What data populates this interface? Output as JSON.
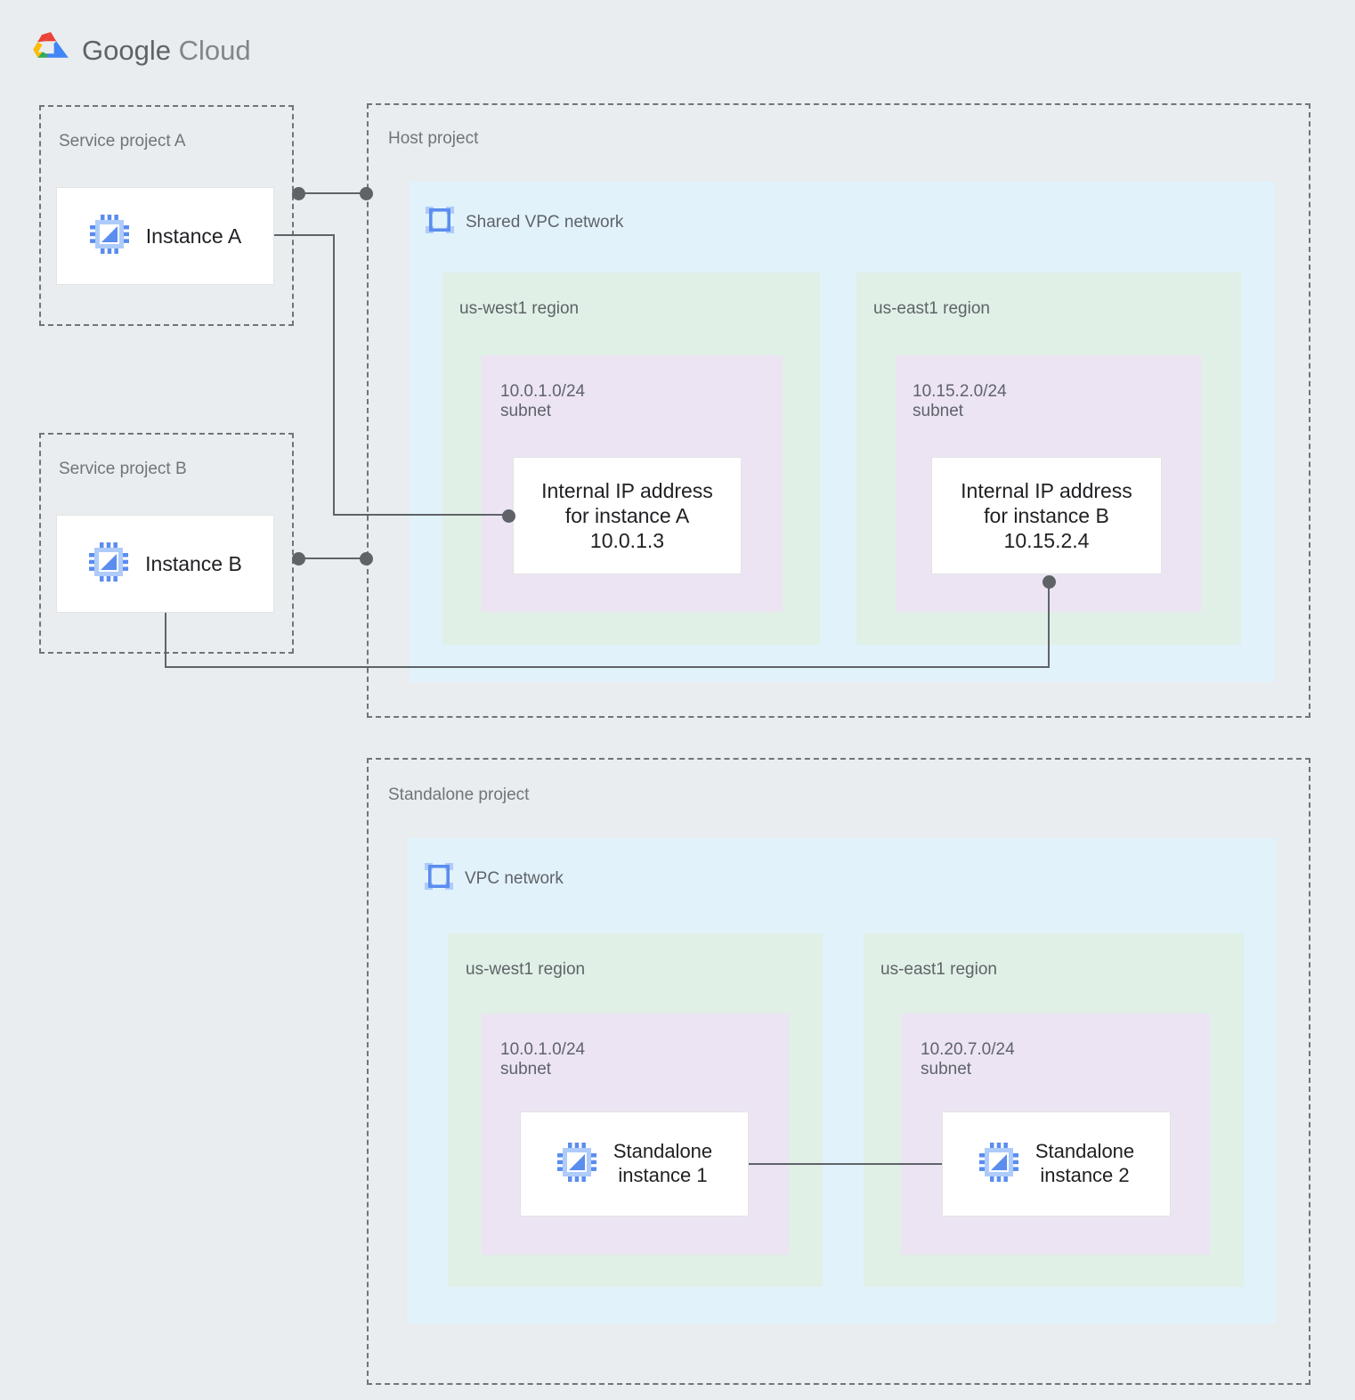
{
  "brand": {
    "word1": "Google",
    "word2": "Cloud",
    "logo_icon": "google-cloud-logo"
  },
  "projects": {
    "service_a": {
      "label": "Service project A"
    },
    "service_b": {
      "label": "Service project B"
    },
    "host": {
      "label": "Host project"
    },
    "standalone": {
      "label": "Standalone project"
    }
  },
  "instances": {
    "a": {
      "label": "Instance A",
      "icon": "cpu-instance-icon"
    },
    "b": {
      "label": "Instance B",
      "icon": "cpu-instance-icon"
    },
    "standalone_1": {
      "label": "Standalone\ninstance 1",
      "icon": "cpu-instance-icon"
    },
    "standalone_2": {
      "label": "Standalone\ninstance 2",
      "icon": "cpu-instance-icon"
    }
  },
  "shared_vpc": {
    "title": "Shared VPC network",
    "icon": "vpc-network-icon",
    "regions": [
      {
        "name": "us-west1 region",
        "subnet_label": "10.0.1.0/24\nsubnet",
        "subnet_cidr": "10.0.1.0/24",
        "card_text": "Internal IP address\nfor instance A\n10.0.1.3",
        "ip": "10.0.1.3"
      },
      {
        "name": "us-east1 region",
        "subnet_label": "10.15.2.0/24\nsubnet",
        "subnet_cidr": "10.15.2.0/24",
        "card_text": "Internal IP address\nfor instance B\n10.15.2.4",
        "ip": "10.15.2.4"
      }
    ]
  },
  "standalone_vpc": {
    "title": "VPC network",
    "icon": "vpc-network-icon",
    "regions": [
      {
        "name": "us-west1 region",
        "subnet_label": "10.0.1.0/24\nsubnet",
        "subnet_cidr": "10.0.1.0/24"
      },
      {
        "name": "us-east1 region",
        "subnet_label": "10.20.7.0/24\nsubnet",
        "subnet_cidr": "10.20.7.0/24"
      }
    ]
  },
  "colors": {
    "background": "#e9edef",
    "vpc_fill": "#e1f2fb",
    "region_fill": "#e0f0e6",
    "subnet_fill": "#ece4f3",
    "card_fill": "#ffffff",
    "connector": "#5f6368",
    "dashed_border": "#70757a",
    "label_text": "#5f6368",
    "icon_blue": "#5b8def"
  }
}
